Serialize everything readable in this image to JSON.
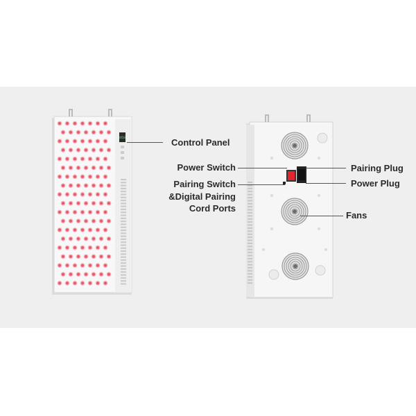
{
  "callouts": {
    "control_panel": "Control Panel",
    "power_switch": "Power Switch",
    "pairing_switch_line1": "Pairing Switch",
    "pairing_switch_line2": "&Digital Pairing",
    "pairing_switch_line3": "Cord Ports",
    "pairing_plug": "Pairing Plug",
    "power_plug": "Power Plug",
    "fans": "Fans"
  },
  "display": {
    "readout": "050"
  },
  "colors": {
    "background_band": "#efefef",
    "panel": "#f7f7f7",
    "led": "#e85a6c",
    "switch_red": "#e3262d"
  }
}
